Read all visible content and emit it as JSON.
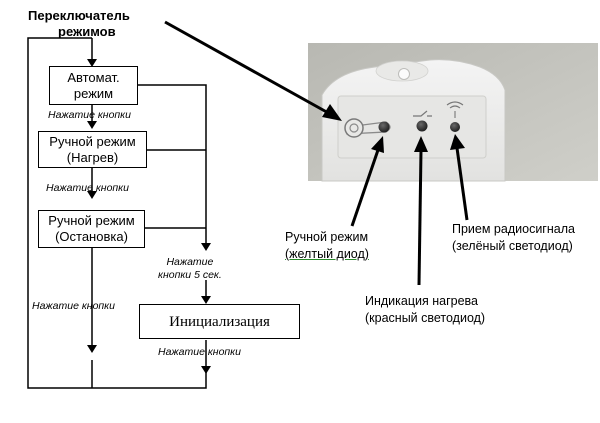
{
  "header": {
    "line1": "Переключатель",
    "line2": "режимов"
  },
  "flow": {
    "auto_mode": [
      "Автомат.",
      "режим"
    ],
    "manual_heat": [
      "Ручной режим",
      "(Нагрев)"
    ],
    "manual_stop": [
      "Ручной режим",
      "(Остановка)"
    ],
    "init": "Инициализация",
    "press_1": "Нажатие кнопки",
    "press_2": "Нажатие кнопки",
    "press_3": "Нажатие кнопки",
    "press_4": "Нажатие кнопки",
    "press_5s": [
      "Нажатие",
      "кнопки 5 сек."
    ]
  },
  "callouts": {
    "manual_led": [
      "Ручной режим",
      "(желтый диод)"
    ],
    "heat_led": [
      "Индикация нагрева",
      "(красный светодиод)"
    ],
    "radio_led": [
      "Прием радиосигнала",
      "(зелёный светодиод)"
    ]
  }
}
